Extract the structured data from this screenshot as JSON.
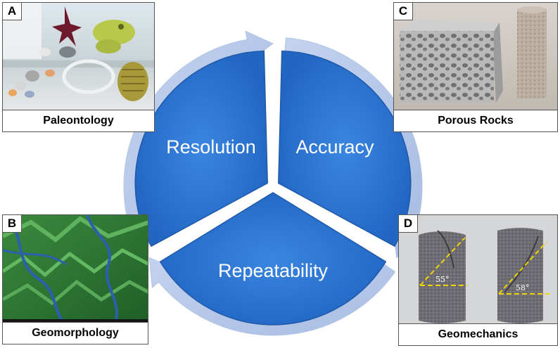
{
  "cycle": {
    "segments": [
      {
        "label": "Resolution"
      },
      {
        "label": "Accuracy"
      },
      {
        "label": "Repeatability"
      }
    ],
    "colors": {
      "segment_fill": "#2e78d6",
      "segment_edge": "#1f5aa8",
      "ring_arrow": "#b3c5e6"
    }
  },
  "panels": [
    {
      "letter": "A",
      "caption": "Paleontology",
      "photo": "fossil-3d-prints"
    },
    {
      "letter": "B",
      "caption": "Geomorphology",
      "photo": "terrain-relief-model"
    },
    {
      "letter": "C",
      "caption": "Porous Rocks",
      "photo": "porous-rock-prints"
    },
    {
      "letter": "D",
      "caption": "Geomechanics",
      "photo": "fractured-rock-cylinders"
    }
  ],
  "geomechanics_angles": [
    "55°",
    "58°"
  ]
}
